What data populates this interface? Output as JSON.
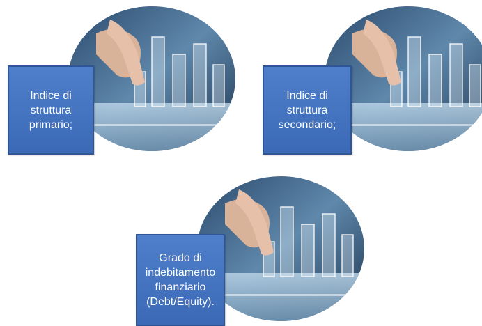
{
  "cards": [
    {
      "label": "Indice di\nstruttura\nprimario;"
    },
    {
      "label": "Indice di\nstruttura\nsecondario;"
    },
    {
      "label": "Grado di\nindebitamento\nfinanziario\n(Debt/Equity)."
    }
  ]
}
